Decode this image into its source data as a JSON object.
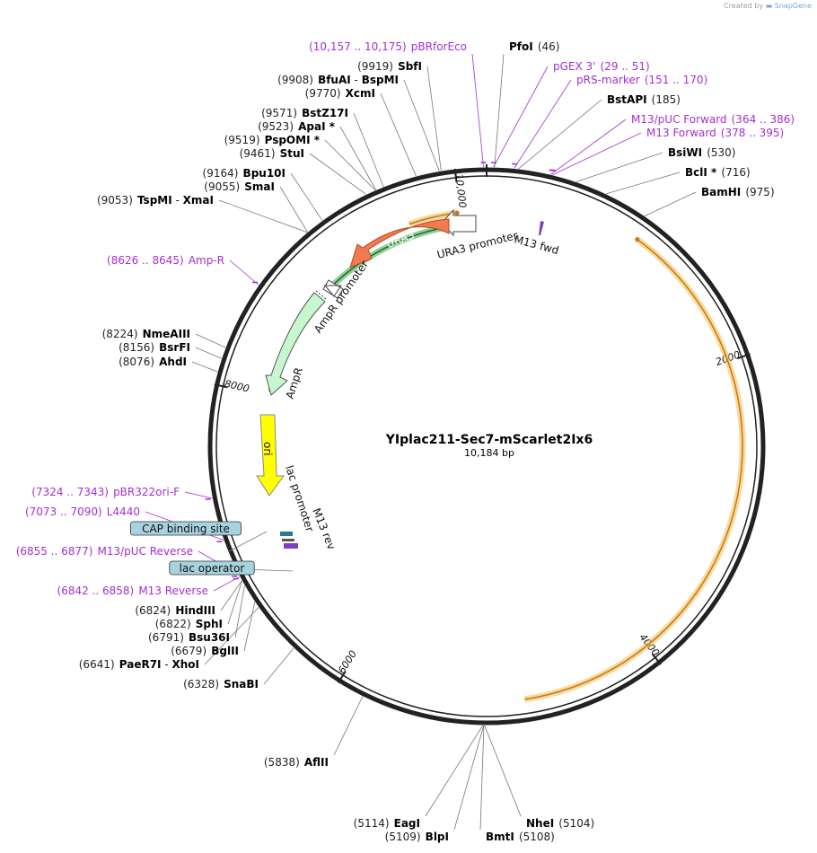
{
  "credit": {
    "prefix": "Created by",
    "brand": "SnapGene"
  },
  "plasmid": {
    "name": "YIplac211-Sec7-mScarlet2Ix6",
    "length_label": "10,184 bp",
    "length": 10184
  },
  "ticks": [
    {
      "bp": 10000,
      "label": "10,000"
    },
    {
      "bp": 2000,
      "label": "2000"
    },
    {
      "bp": 4000,
      "label": "4000"
    },
    {
      "bp": 6000,
      "label": "6000"
    },
    {
      "bp": 8000,
      "label": "8000"
    }
  ],
  "features": [
    {
      "name": "mScarlet2Ix6",
      "start": 1020,
      "end": 4850,
      "dir": -1,
      "color": "#f7b84a",
      "shape": "thin"
    },
    {
      "name": "top",
      "start": 9640,
      "end": 9980,
      "dir": 1,
      "color": "#f7b84a",
      "shape": "thin"
    },
    {
      "name": "green-ura",
      "start": 8950,
      "end": 9940,
      "dir": -1,
      "color": "#39a845",
      "shape": "thin"
    },
    {
      "name": "green-amp",
      "start": 8050,
      "end": 8800,
      "dir": -1,
      "color": "#39a845",
      "shape": "thin"
    },
    {
      "name": "M13 fwd",
      "start": 380,
      "end": 400,
      "dir": 1,
      "color": "#7b3fbf",
      "shape": "small"
    }
  ],
  "feature_labels": {
    "ura3": "URA3",
    "ura3_promoter": "URA3 promoter",
    "ampr_promoter": "AmpR promoter",
    "ampr": "AmpR",
    "ori": "ori",
    "lac_promoter": "lac promoter",
    "m13_rev": "M13 rev",
    "m13_fwd": "M13 fwd"
  },
  "sites": [
    {
      "side": "top",
      "num": "(10,157 .. 10,175)",
      "name": "pBRforEco",
      "type": "primer",
      "bp": 10166
    },
    {
      "side": "top",
      "num": "(46)",
      "name": "PfoI",
      "type": "enzyme",
      "bp": 46
    },
    {
      "side": "left",
      "num": "(9919)",
      "name": "SbfI",
      "type": "enzyme",
      "bp": 9919
    },
    {
      "side": "left",
      "num": "(9908)",
      "name": "BfuAI",
      "name2": "BspMI",
      "type": "enzyme",
      "bp": 9908
    },
    {
      "side": "left",
      "num": "(9770)",
      "name": "XcmI",
      "type": "enzyme",
      "bp": 9770
    },
    {
      "side": "left",
      "num": "(9571)",
      "name": "BstZ17I",
      "type": "enzyme",
      "bp": 9571
    },
    {
      "side": "left",
      "num": "(9523)",
      "name": "ApaI *",
      "type": "enzyme",
      "bp": 9523
    },
    {
      "side": "left",
      "num": "(9519)",
      "name": "PspOMI *",
      "type": "enzyme",
      "bp": 9519
    },
    {
      "side": "left",
      "num": "(9461)",
      "name": "StuI",
      "type": "enzyme",
      "bp": 9461
    },
    {
      "side": "left",
      "num": "(9164)",
      "name": "Bpu10I",
      "type": "enzyme",
      "bp": 9164
    },
    {
      "side": "left",
      "num": "(9055)",
      "name": "SmaI",
      "type": "enzyme",
      "bp": 9055
    },
    {
      "side": "left",
      "num": "(9053)",
      "name": "TspMI",
      "name2": "XmaI",
      "type": "enzyme",
      "bp": 9053
    },
    {
      "side": "left",
      "num": "(8626 .. 8645)",
      "name": "Amp-R",
      "type": "primer",
      "bp": 8636
    },
    {
      "side": "left",
      "num": "(8224)",
      "name": "NmeAIII",
      "type": "enzyme",
      "bp": 8224
    },
    {
      "side": "left",
      "num": "(8156)",
      "name": "BsrFI",
      "type": "enzyme",
      "bp": 8156
    },
    {
      "side": "left",
      "num": "(8076)",
      "name": "AhdI",
      "type": "enzyme",
      "bp": 8076
    },
    {
      "side": "left",
      "num": "(7324 .. 7343)",
      "name": "pBR322ori-F",
      "type": "primer",
      "bp": 7334
    },
    {
      "side": "left",
      "num": "(7073 .. 7090)",
      "name": "L4440",
      "type": "primer",
      "bp": 7082
    },
    {
      "side": "left",
      "num": "",
      "name": "CAP binding site",
      "type": "box",
      "bp": 7010
    },
    {
      "side": "left",
      "num": "(6855 .. 6877)",
      "name": "M13/pUC Reverse",
      "type": "primer",
      "bp": 6866
    },
    {
      "side": "left",
      "num": "",
      "name": "lac operator",
      "type": "box",
      "bp": 6900
    },
    {
      "side": "left",
      "num": "(6842 .. 6858)",
      "name": "M13 Reverse",
      "type": "primer",
      "bp": 6850
    },
    {
      "side": "left",
      "num": "(6824)",
      "name": "HindIII",
      "type": "enzyme",
      "bp": 6824
    },
    {
      "side": "left",
      "num": "(6822)",
      "name": "SphI",
      "type": "enzyme",
      "bp": 6822
    },
    {
      "side": "left",
      "num": "(6791)",
      "name": "Bsu36I",
      "type": "enzyme",
      "bp": 6791
    },
    {
      "side": "left",
      "num": "(6679)",
      "name": "BglII",
      "type": "enzyme",
      "bp": 6679
    },
    {
      "side": "left",
      "num": "(6641)",
      "name": "PaeR7I",
      "name2": "XhoI",
      "type": "enzyme",
      "bp": 6641
    },
    {
      "side": "left",
      "num": "(6328)",
      "name": "SnaBI",
      "type": "enzyme",
      "bp": 6328
    },
    {
      "side": "left",
      "num": "(5838)",
      "name": "AflII",
      "type": "enzyme",
      "bp": 5838
    },
    {
      "side": "left",
      "num": "(5114)",
      "name": "EagI",
      "type": "enzyme",
      "bp": 5114
    },
    {
      "side": "left",
      "num": "(5109)",
      "name": "BlpI",
      "type": "enzyme",
      "bp": 5109
    },
    {
      "side": "right",
      "num": "(5108)",
      "name": "BmtI",
      "type": "enzyme",
      "bp": 5108
    },
    {
      "side": "right",
      "num": "(5104)",
      "name": "NheI",
      "type": "enzyme",
      "bp": 5104
    },
    {
      "side": "right",
      "num": "(29 .. 51)",
      "name": "pGEX 3'",
      "type": "primer",
      "bp": 40
    },
    {
      "side": "right",
      "num": "(151 .. 170)",
      "name": "pRS-marker",
      "type": "primer",
      "bp": 160
    },
    {
      "side": "right",
      "num": "(185)",
      "name": "BstAPI",
      "type": "enzyme",
      "bp": 185
    },
    {
      "side": "right",
      "num": "(364 .. 386)",
      "name": "M13/pUC Forward",
      "type": "primer",
      "bp": 375
    },
    {
      "side": "right",
      "num": "(378 .. 395)",
      "name": "M13 Forward",
      "type": "primer",
      "bp": 386
    },
    {
      "side": "right",
      "num": "(530)",
      "name": "BsiWI",
      "type": "enzyme",
      "bp": 530
    },
    {
      "side": "right",
      "num": "(716)",
      "name": "BclI *",
      "type": "enzyme",
      "bp": 716
    },
    {
      "side": "right",
      "num": "(975)",
      "name": "BamHI",
      "type": "enzyme",
      "bp": 975
    }
  ]
}
